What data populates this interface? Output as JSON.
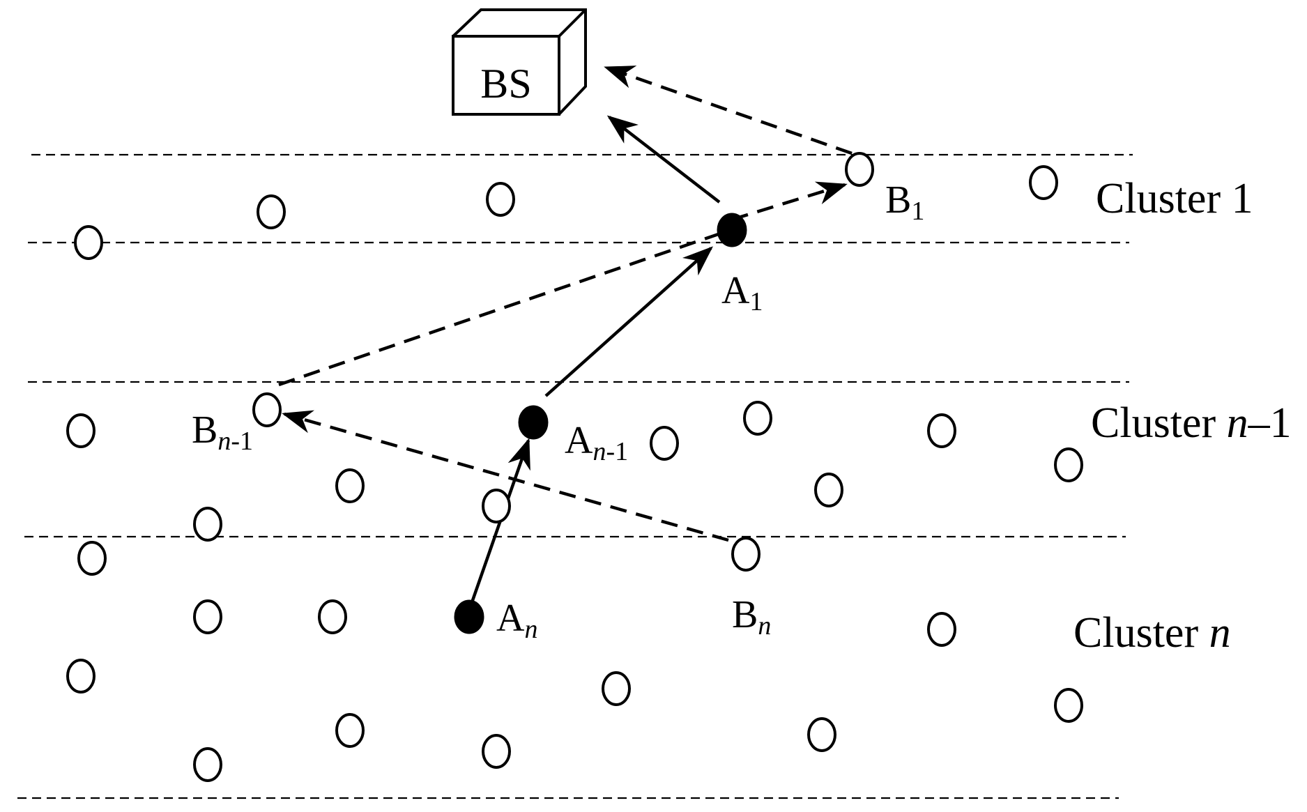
{
  "base_station": {
    "label": "BS"
  },
  "nodes": {
    "a1": {
      "letter": "A",
      "index": "1"
    },
    "b1": {
      "letter": "B",
      "index": "1"
    },
    "an1": {
      "letter": "A",
      "index_var": "n",
      "index_rest": "-1"
    },
    "bn1": {
      "letter": "B",
      "index_var": "n",
      "index_rest": "-1"
    },
    "an": {
      "letter": "A",
      "index_var": "n"
    },
    "bn": {
      "letter": "B",
      "index_var": "n"
    }
  },
  "clusters": {
    "c1": {
      "prefix": "Cluster ",
      "value": "1"
    },
    "cn1": {
      "prefix": "Cluster ",
      "var": "n",
      "suffix": "–1"
    },
    "cn": {
      "prefix": "Cluster ",
      "var": "n"
    }
  }
}
